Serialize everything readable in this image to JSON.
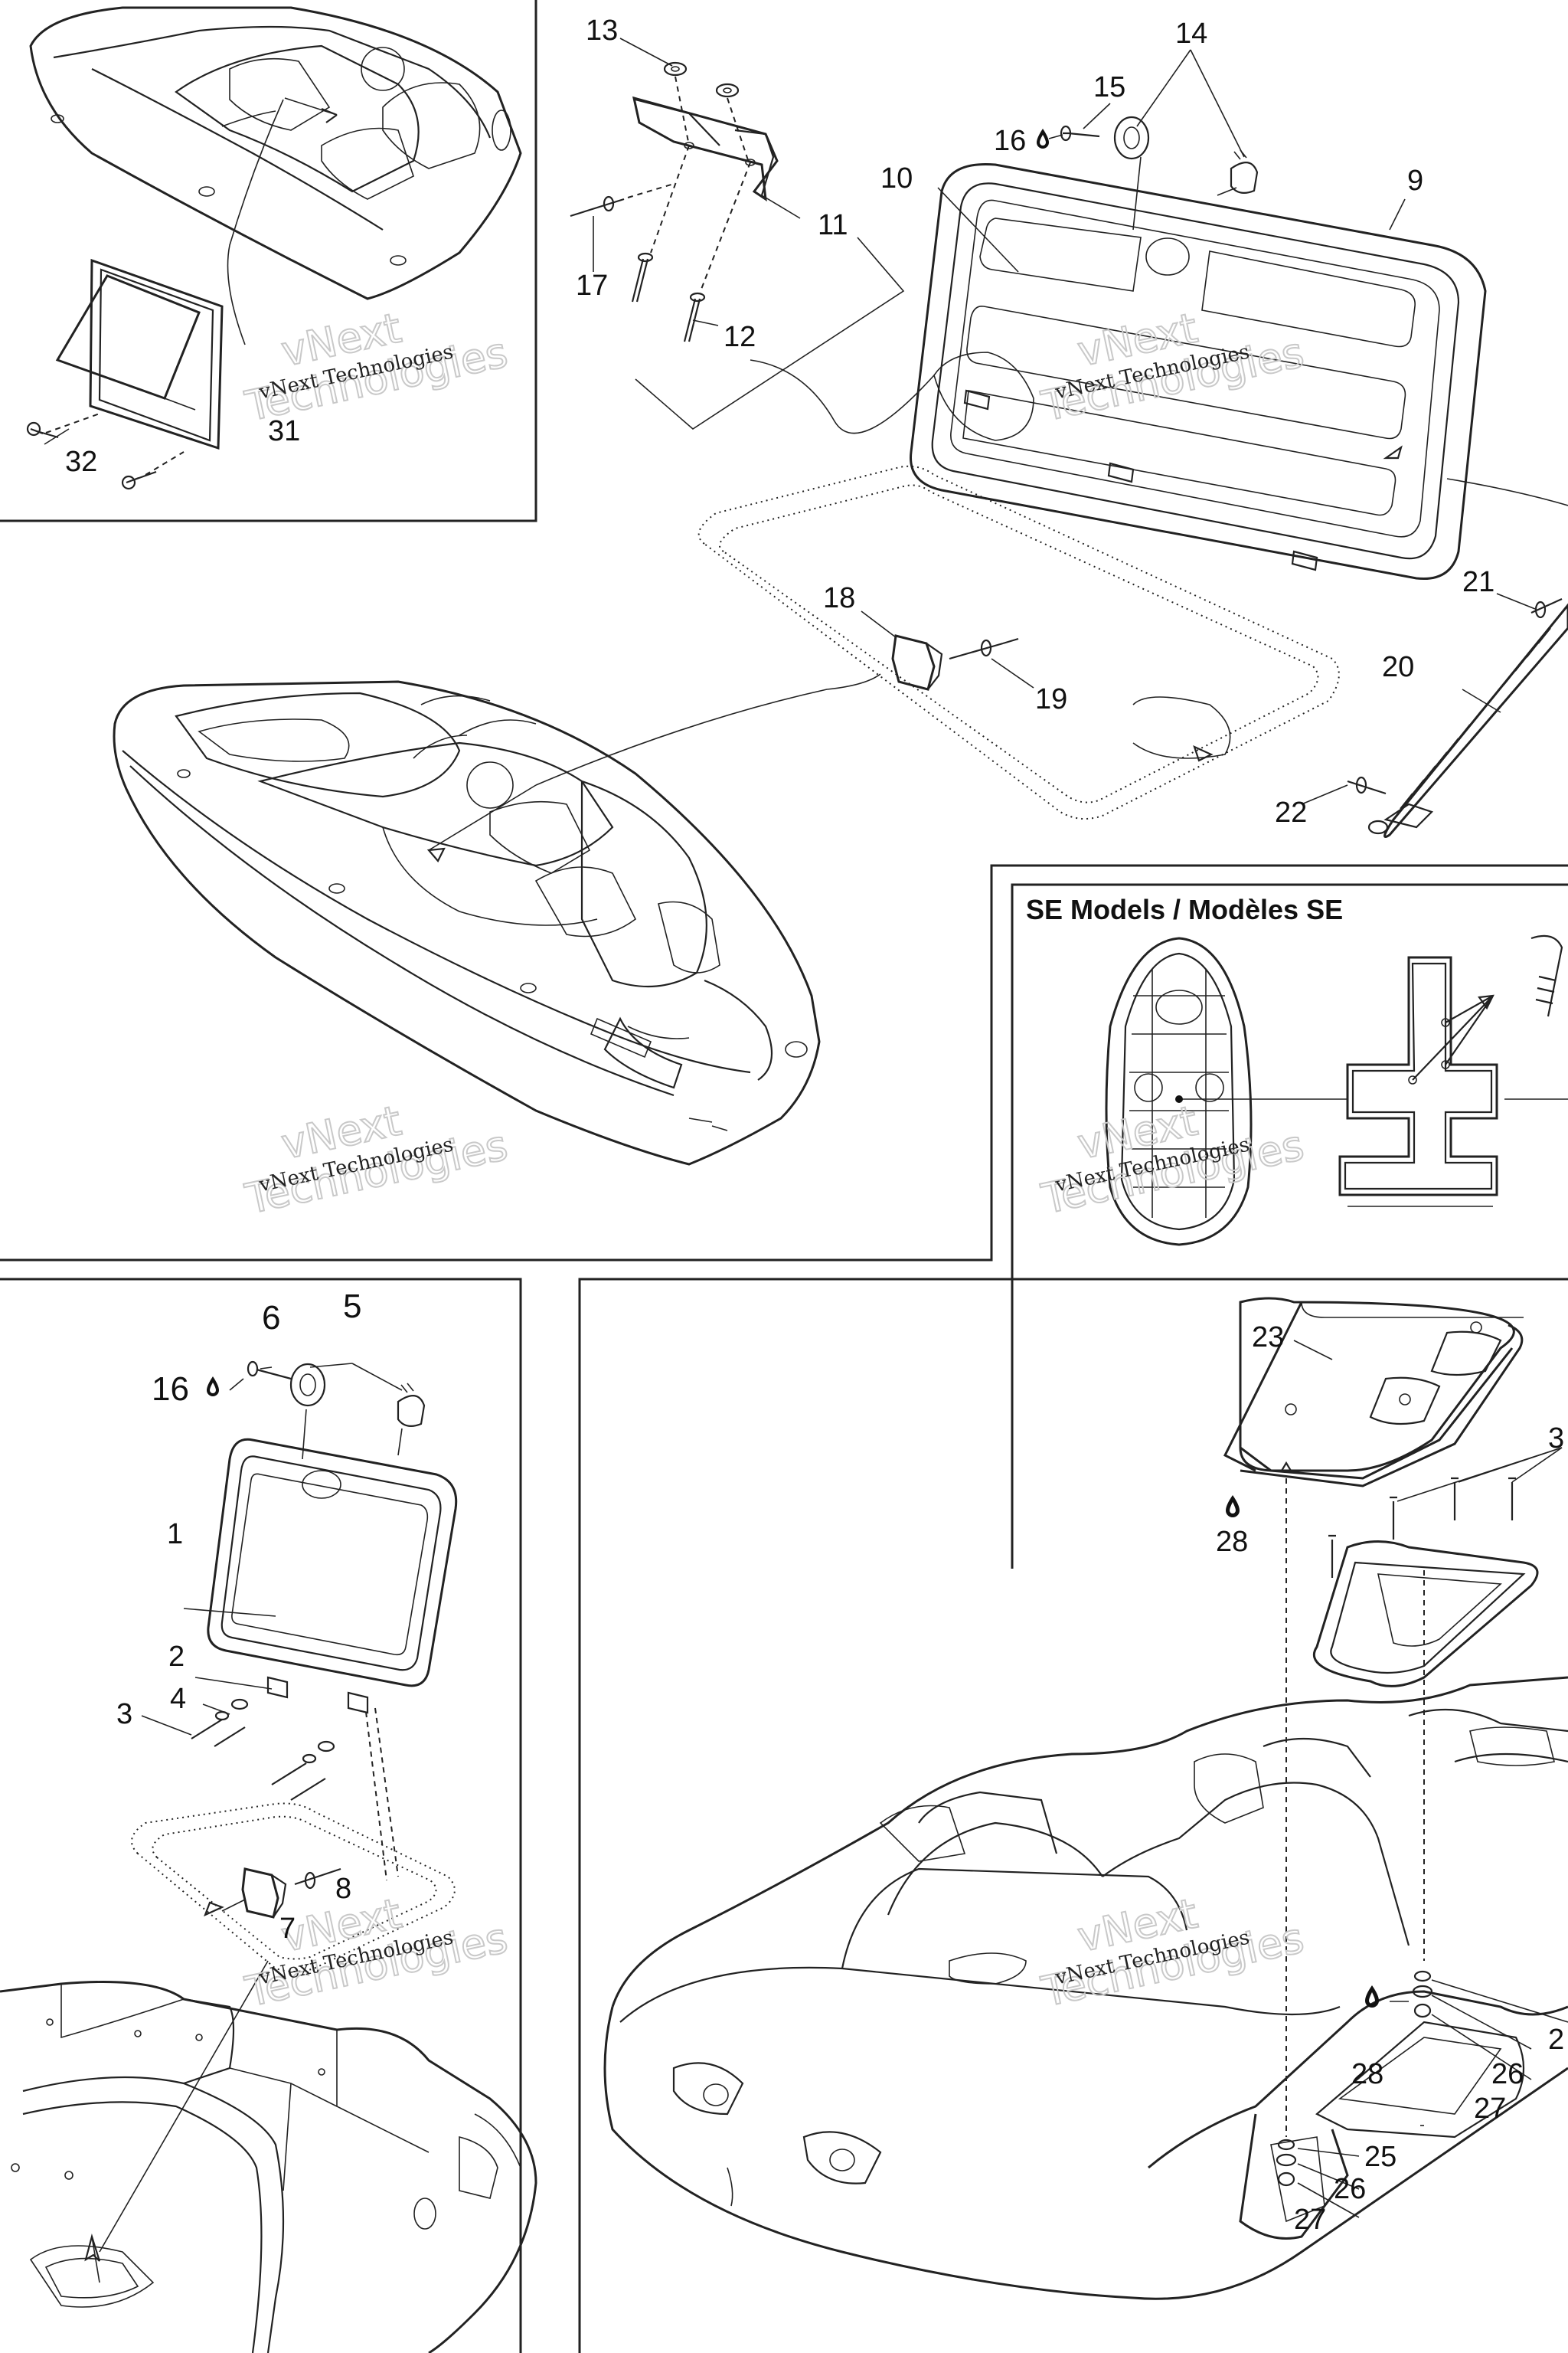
{
  "section_header": "SE Models / Modèles SE",
  "watermark": {
    "line1": "vNext",
    "line2": "Technologies",
    "caption": "vNext Technologies"
  },
  "callouts": {
    "c1": "1",
    "c2": "2",
    "c3": "3",
    "c4": "4",
    "c5": "5",
    "c6": "6",
    "c7": "7",
    "c8": "8",
    "c9": "9",
    "c10": "10",
    "c11": "11",
    "c12": "12",
    "c13": "13",
    "c14": "14",
    "c15": "15",
    "c16a": "16",
    "c16b": "16",
    "c17": "17",
    "c18": "18",
    "c19": "19",
    "c20": "20",
    "c21": "21",
    "c22": "22",
    "c23": "23",
    "c25": "25",
    "c26a": "26",
    "c26b": "26",
    "c27a": "27",
    "c27b": "27",
    "c28a": "28",
    "c28b": "28",
    "c31": "31",
    "c32": "32",
    "c3r": "3",
    "c2r": "2"
  },
  "icons": {
    "sealant": "sealant-drop-icon"
  }
}
